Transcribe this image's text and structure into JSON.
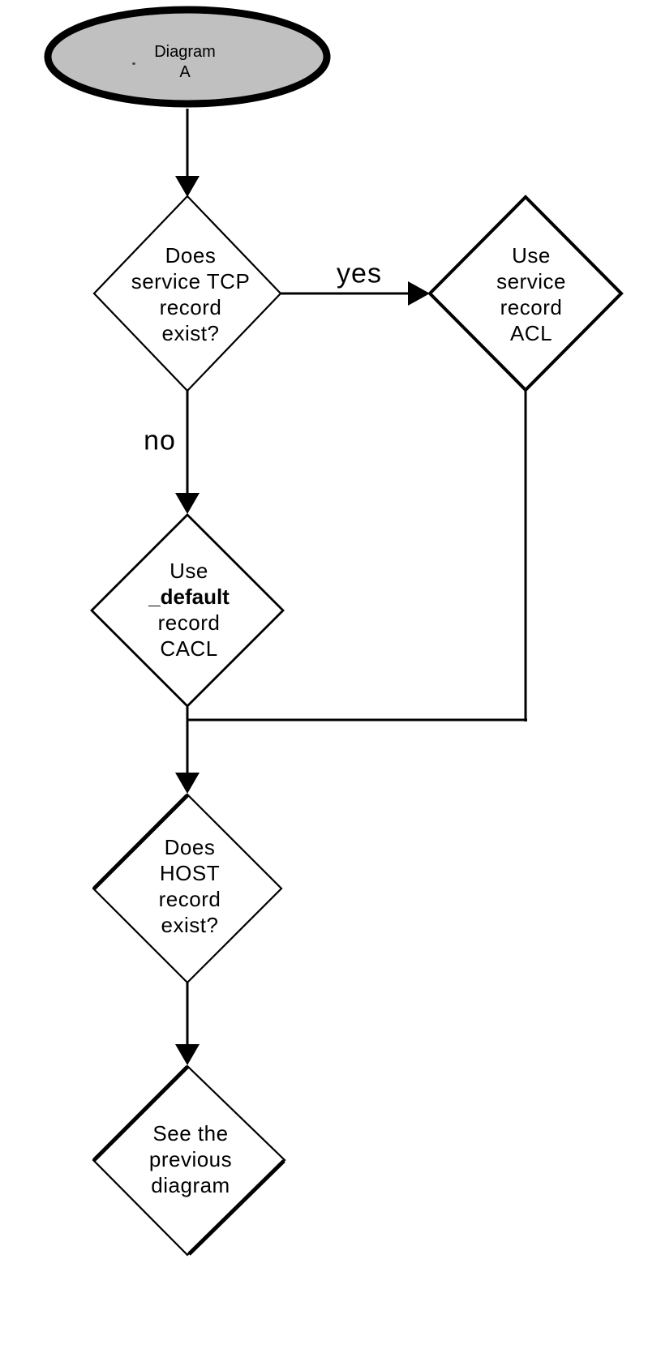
{
  "flow": {
    "background_color": "#ffffff",
    "line_color": "#000000",
    "start": {
      "fill_color": "#c0c0c0",
      "lines": [
        "Diagram",
        "A"
      ]
    },
    "decisions": {
      "service_tcp": {
        "lines": [
          "Does",
          "service TCP",
          "record",
          "exist?"
        ]
      },
      "service_acl": {
        "lines": [
          "Use",
          "service",
          "record",
          "ACL"
        ]
      },
      "default_cacl": {
        "lines": [
          "Use",
          "_default",
          "record",
          "CACL"
        ]
      },
      "host_record": {
        "lines": [
          "Does",
          "HOST",
          "record",
          "exist?"
        ]
      },
      "see_previous": {
        "lines": [
          "See the",
          "previous",
          "diagram"
        ]
      }
    },
    "edge_labels": {
      "yes": "yes",
      "no": "no"
    }
  }
}
